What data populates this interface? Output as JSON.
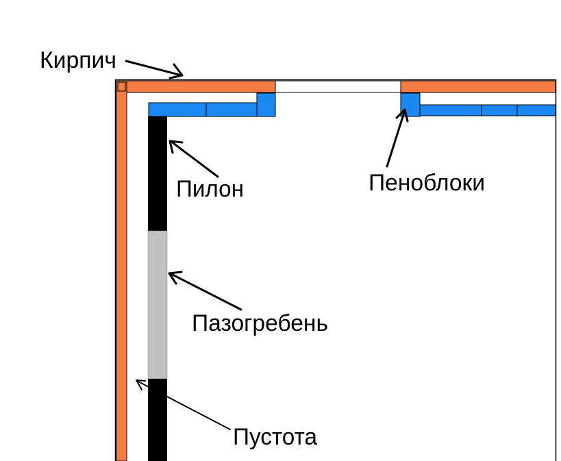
{
  "labels": {
    "brick": "Кирпич",
    "pylon": "Пилон",
    "foam_blocks": "Пеноблоки",
    "tongue_groove": "Пазогребень",
    "void": "Пустота"
  },
  "colors": {
    "brick": "#f47c45",
    "foam_block": "#1b87f0",
    "pylon": "#000000",
    "tongue_groove": "#c0c0c0",
    "outline": "#000000",
    "background": "#ffffff"
  }
}
